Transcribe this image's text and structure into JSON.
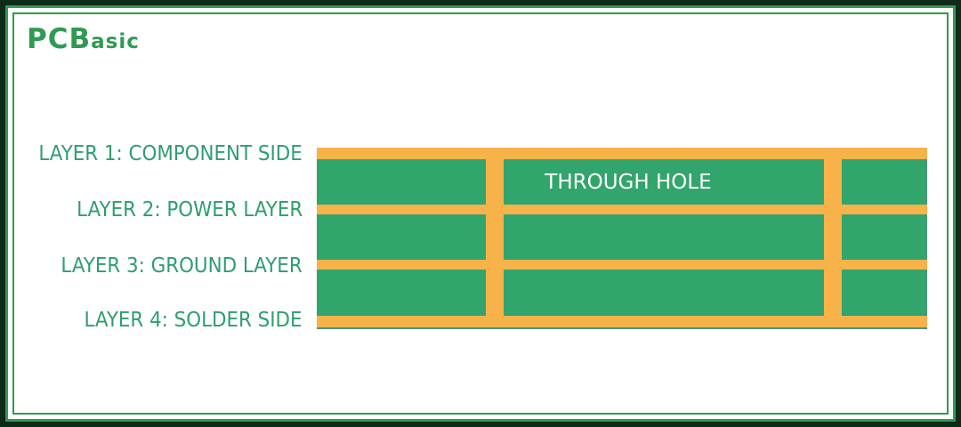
{
  "logo": {
    "part1": "PCB",
    "part2": "asic"
  },
  "diagram": {
    "layers": [
      "LAYER 1: COMPONENT SIDE",
      "LAYER 2: POWER LAYER",
      "LAYER 3: GROUND LAYER",
      "LAYER 4: SOLDER SIDE"
    ],
    "hole_label": "THROUGH HOLE"
  },
  "colors": {
    "frame": "#2f9a52",
    "copper": "#f8b24a",
    "substrate": "#32a56c",
    "label": "#2e9e6e"
  }
}
